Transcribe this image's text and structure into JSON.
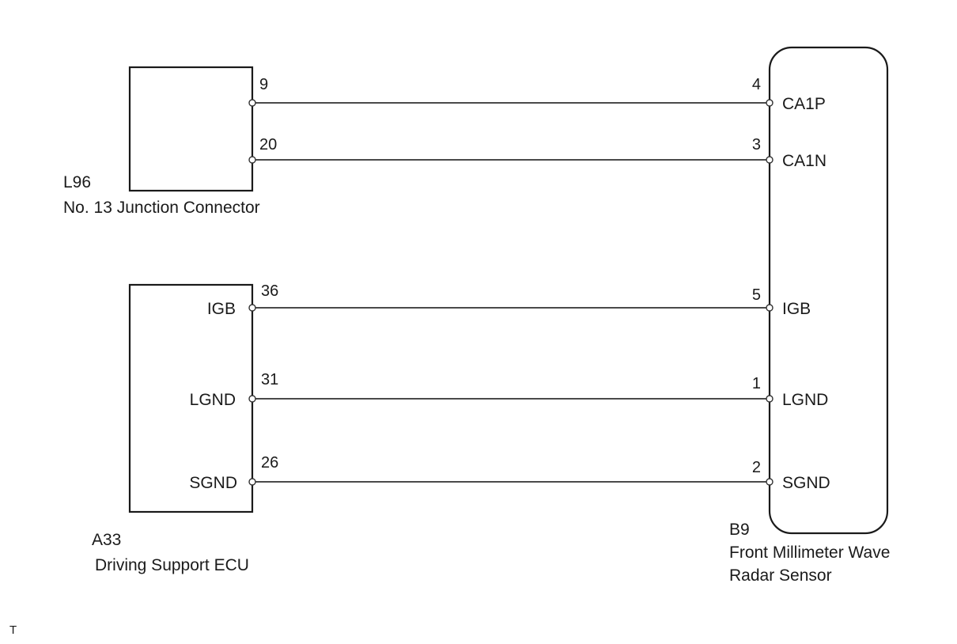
{
  "components": {
    "l96": {
      "code": "L96",
      "name": "No. 13 Junction Connector",
      "pins": [
        "9",
        "20"
      ]
    },
    "a33": {
      "code": "A33",
      "name": "Driving Support ECU",
      "pins": [
        "36",
        "31",
        "26"
      ],
      "signals": [
        "IGB",
        "LGND",
        "SGND"
      ]
    },
    "b9": {
      "code": "B9",
      "name_line1": "Front Millimeter Wave",
      "name_line2": "Radar Sensor",
      "pins": [
        "4",
        "3",
        "5",
        "1",
        "2"
      ],
      "signals": [
        "CA1P",
        "CA1N",
        "IGB",
        "LGND",
        "SGND"
      ]
    }
  },
  "corner_mark": "T"
}
